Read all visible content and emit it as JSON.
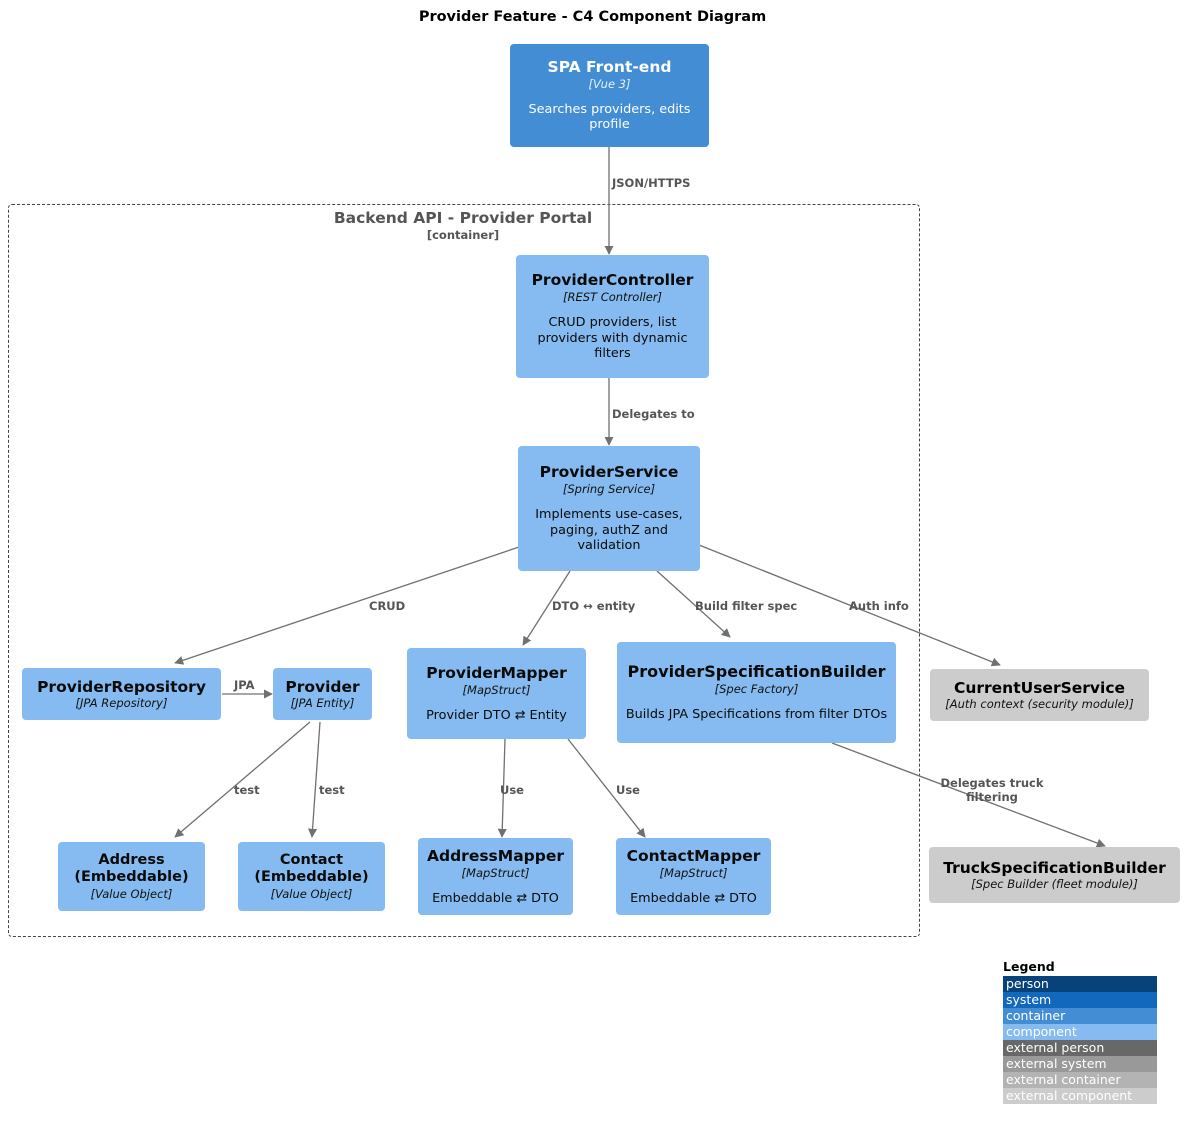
{
  "title": "Provider Feature - C4 Component Diagram",
  "boundary": {
    "name": "Backend API - Provider Portal",
    "type": "[container]"
  },
  "nodes": {
    "spa": {
      "name": "SPA Front-end",
      "type": "[Vue 3]",
      "desc": "Searches providers, edits profile"
    },
    "controller": {
      "name": "ProviderController",
      "type": "[REST Controller]",
      "desc": "CRUD providers, list providers with dynamic filters"
    },
    "service": {
      "name": "ProviderService",
      "type": "[Spring Service]",
      "desc": "Implements use-cases, paging, authZ and validation"
    },
    "repository": {
      "name": "ProviderRepository",
      "type": "[JPA Repository]",
      "desc": ""
    },
    "provider": {
      "name": "Provider",
      "type": "[JPA Entity]",
      "desc": ""
    },
    "providerMapper": {
      "name": "ProviderMapper",
      "type": "[MapStruct]",
      "desc": "Provider DTO ⇄ Entity"
    },
    "specBuilder": {
      "name": "ProviderSpecificationBuilder",
      "type": "[Spec Factory]",
      "desc": "Builds JPA Specifications from filter DTOs"
    },
    "currentUserService": {
      "name": "CurrentUserService",
      "type": "[Auth context (security module)]",
      "desc": ""
    },
    "address": {
      "name": "Address (Embeddable)",
      "type": "[Value Object]",
      "desc": ""
    },
    "contact": {
      "name": "Contact (Embeddable)",
      "type": "[Value Object]",
      "desc": ""
    },
    "addressMapper": {
      "name": "AddressMapper",
      "type": "[MapStruct]",
      "desc": "Embeddable ⇄ DTO"
    },
    "contactMapper": {
      "name": "ContactMapper",
      "type": "[MapStruct]",
      "desc": "Embeddable ⇄ DTO"
    },
    "truckSpecBuilder": {
      "name": "TruckSpecificationBuilder",
      "type": "[Spec Builder (fleet module)]",
      "desc": ""
    }
  },
  "edges": {
    "spa_controller": "JSON/HTTPS",
    "controller_service": "Delegates to",
    "service_repository": "CRUD",
    "service_providerMapper": "DTO ↔ entity",
    "service_specBuilder": "Build filter spec",
    "service_currentUser": "Auth info",
    "repository_provider": "JPA",
    "provider_address": "test",
    "provider_contact": "test",
    "providerMapper_addressMapper": "Use",
    "providerMapper_contactMapper": "Use",
    "specBuilder_truckSpec": "Delegates truck\nfiltering"
  },
  "legend": {
    "title": "Legend",
    "items": [
      {
        "label": "person",
        "color": "#08427B"
      },
      {
        "label": "system",
        "color": "#1168BD"
      },
      {
        "label": "container",
        "color": "#438DD5"
      },
      {
        "label": "component",
        "color": "#85BBF0"
      },
      {
        "label": "external person",
        "color": "#686868"
      },
      {
        "label": "external system",
        "color": "#999999"
      },
      {
        "label": "external container",
        "color": "#B3B3B3"
      },
      {
        "label": "external component",
        "color": "#CCCCCC"
      }
    ]
  },
  "palette": {
    "container": "#438DD5",
    "component": "#85BBF0",
    "external": "#CCCCCC",
    "edge": "#707070",
    "boundary": "#444444"
  }
}
